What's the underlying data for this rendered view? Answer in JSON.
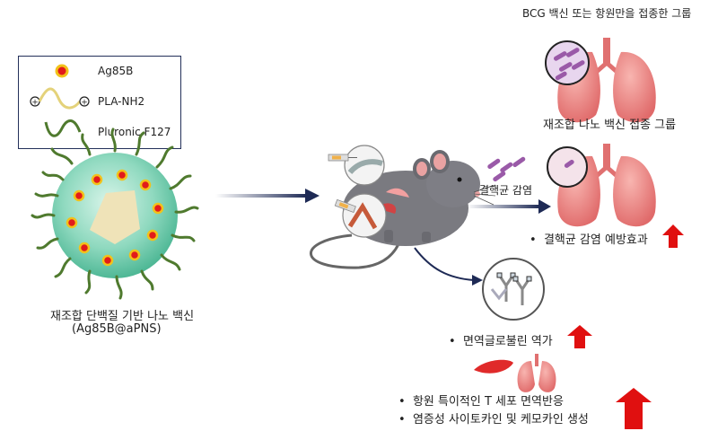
{
  "legend": {
    "items": [
      {
        "label": "Ag85B",
        "icon": "antigen-dot-icon"
      },
      {
        "label": "PLA-NH2",
        "icon": "pla-chain-icon"
      },
      {
        "label": "Pluronic F127",
        "icon": "pluronic-chain-icon"
      }
    ]
  },
  "nanovaccine": {
    "label_line1": "재조합 단백질 기반 나노 백신",
    "label_line2": "(Ag85B@aPNS)"
  },
  "groups": {
    "bcg_group": "BCG 백신 또는 항원만을 접종한 그룹",
    "nano_group": "재조합 나노 백신 접종 그룹"
  },
  "infection_label": "결핵균 감염",
  "outcomes": {
    "prevention": "결핵균 감염 예방효과",
    "antibody": "면역글로불린 역가",
    "tcell": "항원 특이적인 T 세포 면역반응",
    "cytokine": "염증성 사이토카인 및 케모카인 생성"
  },
  "colors": {
    "arrow_navy": "#1e2a55",
    "increase_red": "#e01010",
    "lung_pink": "#f08585",
    "bacteria_purple": "#9a5aa8",
    "chain_green": "#4f7a2e"
  }
}
